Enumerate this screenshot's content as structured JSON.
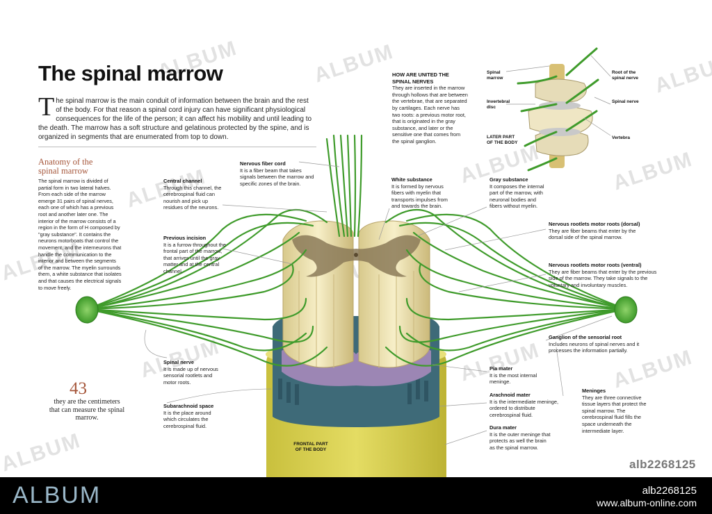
{
  "title": "The spinal marrow",
  "intro": {
    "dropcap": "T",
    "text": "he spinal marrow is the main conduit of information between the brain and the rest of the body. For that reason a spinal cord injury can have significant physiological consequences for the life of the person; it can affect his mobility and until leading to the death. The marrow has a soft structure and gelatinous protected by the spine, and is organized in segments that are enumerated from top to down."
  },
  "anatomy": {
    "title": "Anatomy of the spinal marrow",
    "body": "The spinal marrow is divided of partial form in two lateral halves. From each side of the marrow emerge 31 pairs of spinal nerves, each one of which has a previous root and another later one. The interior of the marrow consists of a region in the form of H composed by \"gray substance\". It contains the neurons motorboats that control the movement, and the interneurons that handle the communication to the interior and between the segments of the marrow. The myelin surrounds them, a white substance that isolates and that causes the electrical signals to move freely."
  },
  "stat": {
    "number": "43",
    "text": "they are the centimeters that can measure the spinal marrow."
  },
  "labels": {
    "nervous_fiber_cord": {
      "title": "Nervous fiber cord",
      "text": "It is a fiber beam that takes signals between the marrow and specific zones of the brain."
    },
    "central_channel": {
      "title": "Central channel",
      "text": "Through this channel, the cerebrospinal fluid can nourish and pick up residues of the neurons."
    },
    "previous_incision": {
      "title": "Previous incision",
      "text": "It is a furrow throughout the frontal part of the marrow, that arrives until the gray matter and at the central channel."
    },
    "spinal_nerve": {
      "title": "Spinal nerve",
      "text": "It is made up of nervous sensorial rootlets and motor roots."
    },
    "subarachnoid_space": {
      "title": "Subarachnoid space",
      "text": "It is the place around which circulates the cerebrospinal fluid."
    },
    "how_united": {
      "title": "HOW ARE UNITED THE SPINAL NERVES",
      "text": "They are inserted in the marrow through hollows that are between the vertebrae, that are separated by cartilages. Each nerve has two roots: a previous motor root, that is originated in the gray substance, and later or the sensitive one that comes from the spinal ganglion."
    },
    "white_substance": {
      "title": "White substance",
      "text": "It is formed by nervous fibers with myelin that transports impulses from and towards the brain."
    },
    "gray_substance": {
      "title": "Gray substance",
      "text": "It composes the internal part of the marrow, with neuronal bodies and fibers without myelin."
    },
    "dorsal_roots": {
      "title": "Nervous rootlets motor roots (dorsal)",
      "text": "They are fiber beams that enter by the dorsal side of the spinal marrow."
    },
    "ventral_roots": {
      "title": "Nervous rootlets motor roots (ventral)",
      "text": "They are fiber beams that enter by the previous side of the marrow. They take signals to the voluntary and involuntary muscles."
    },
    "ganglion": {
      "title": "Ganglion of the sensorial root",
      "text": "Includes neurons of spinal nerves and it processes the information partially."
    },
    "pia_mater": {
      "title": "Pia mater",
      "text": "It is the most internal meninge."
    },
    "arachnoid": {
      "title": "Arachnoid mater",
      "text": "It is the intermediate meninge, ordered to distribute cerebrospinal fluid."
    },
    "dura_mater": {
      "title": "Dura mater",
      "text": "It is the outer meninge that protects as well the brain as the spinal marrow."
    },
    "meninges": {
      "title": "Meninges",
      "text": "They are three connective tissue layers that protect the spinal marrow. The cerebrospinal fluid fills the space underneath the intermediate layer."
    }
  },
  "inset": {
    "spinal_marrow": "Spinal marrow",
    "invertebral_disc": "Invertebral disc",
    "later_part": "LATER PART OF THE BODY",
    "root": "Root of the spinal nerve",
    "spinal_nerve": "Spinal nerve",
    "vertebra": "Vertebra"
  },
  "frontal_part": "FRONTAL PART OF THE BODY",
  "watermark": "ALBUM",
  "reference": "alb2268125",
  "footer": {
    "logo": "ALBUM",
    "id": "alb2268125",
    "url": "www.album-online.com"
  },
  "colors": {
    "nerve": "#3f9b2b",
    "white_matter": "#efe4b0",
    "gray_matter": "#8b7a58",
    "pia": "#9c86b4",
    "arachnoid": "#3e6a78",
    "dura": "#d7cf4e",
    "accent": "#a5563a"
  }
}
